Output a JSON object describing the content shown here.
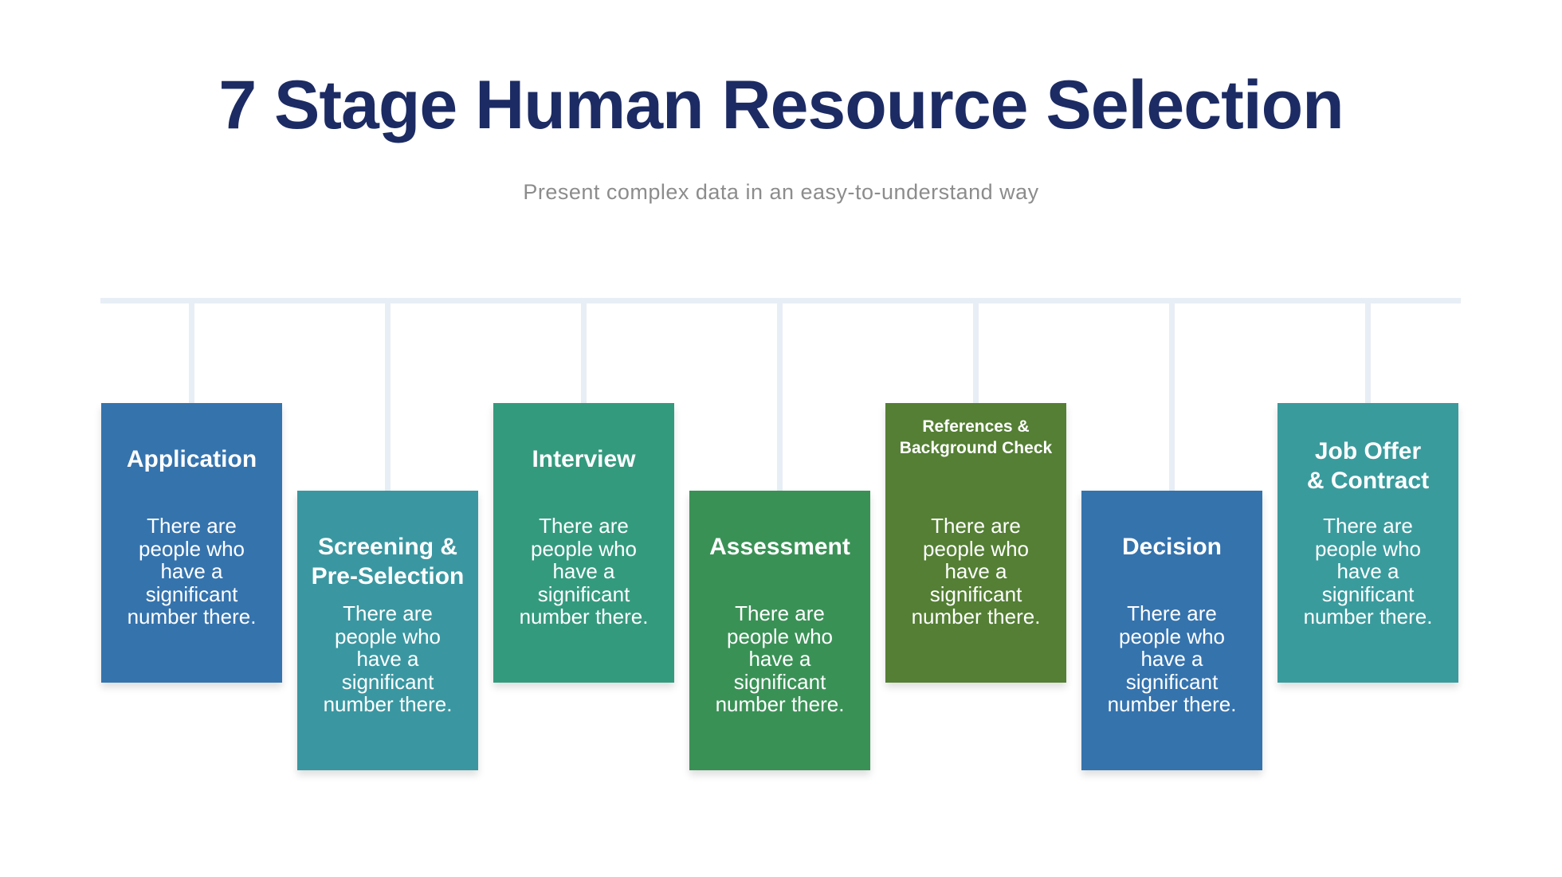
{
  "page": {
    "title": "7 Stage Human Resource Selection",
    "subtitle": "Present complex data in an easy-to-understand way",
    "title_color": "#1c2b63",
    "subtitle_color": "#8c8c8c",
    "background_color": "#ffffff"
  },
  "timeline": {
    "line_color": "#e8eef5"
  },
  "stages": [
    {
      "title": "Application",
      "body": "There are\npeople who\nhave a\nsignificant\nnumber there.",
      "color": "#3573ad",
      "row": "high"
    },
    {
      "title": "Screening &\nPre-Selection",
      "body": "There are\npeople who\nhave a\nsignificant\nnumber there.",
      "color": "#3a97a1",
      "row": "low"
    },
    {
      "title": "Interview",
      "body": "There are\npeople who\nhave a\nsignificant\nnumber there.",
      "color": "#349a7e",
      "row": "high"
    },
    {
      "title": "Assessment",
      "body": "There are\npeople who\nhave a\nsignificant\nnumber there.",
      "color": "#3a9156",
      "row": "low"
    },
    {
      "title": "References &\nBackground Check",
      "body": "There are\npeople who\nhave a\nsignificant\nnumber there.",
      "color": "#547f34",
      "row": "high"
    },
    {
      "title": "Decision",
      "body": "There are\npeople who\nhave a\nsignificant\nnumber there.",
      "color": "#3573ad",
      "row": "low"
    },
    {
      "title": "Job Offer\n& Contract",
      "body": "There are\npeople who\nhave a\nsignificant\nnumber there.",
      "color": "#3a9b9d",
      "row": "high"
    }
  ]
}
